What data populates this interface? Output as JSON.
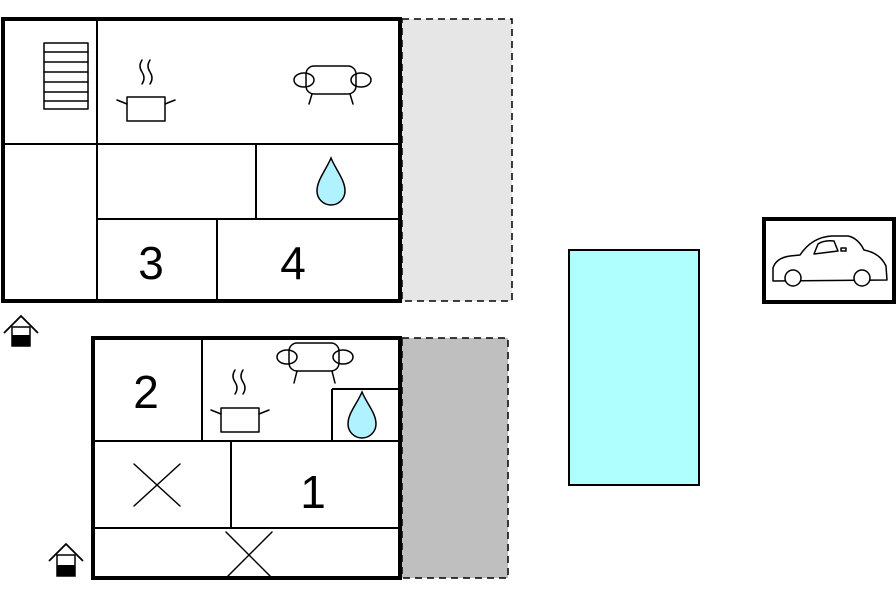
{
  "colors": {
    "wall": "#000000",
    "terrace_light": "#e6e6e6",
    "terrace_dark": "#bfbfbf",
    "pool": "#b0ffff",
    "water_drop": "#b0f2ff"
  },
  "upper_unit": {
    "rooms": [
      {
        "label": "3"
      },
      {
        "label": "4"
      }
    ],
    "icons": [
      "stairs-icon",
      "cooking-pot-icon",
      "sofa-icon",
      "water-drop-icon",
      "entrance-icon"
    ]
  },
  "lower_unit": {
    "rooms": [
      {
        "label": "2"
      },
      {
        "label": "1"
      }
    ],
    "icons": [
      "cooking-pot-icon",
      "sofa-icon",
      "water-drop-icon",
      "cross-icon",
      "entrance-icon"
    ]
  },
  "outdoor": {
    "icons": [
      "pool",
      "car-icon"
    ]
  }
}
